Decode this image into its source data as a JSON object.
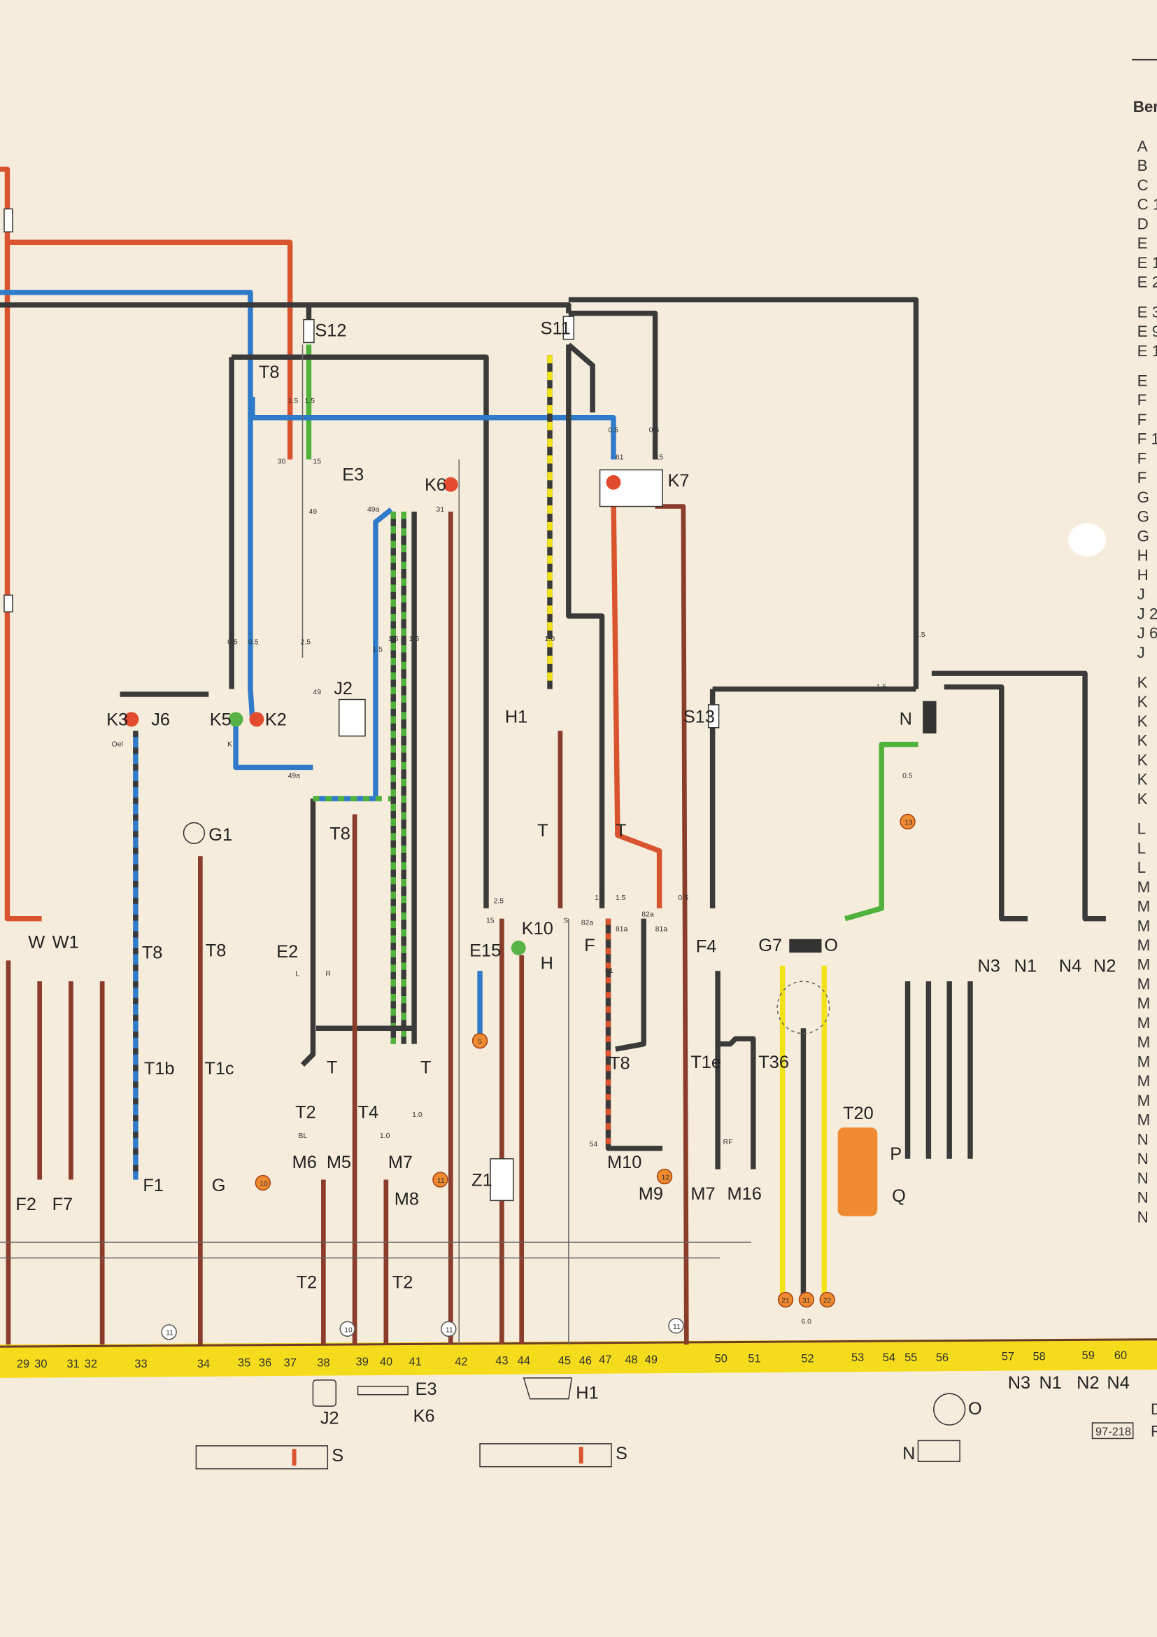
{
  "diagram": {
    "colors": {
      "red": "#d9532f",
      "blue": "#2f7bc9",
      "black": "#3a3a3a",
      "green": "#4fb33b",
      "brown": "#8b3d2b",
      "yellow": "#f1e21a",
      "orange": "#f08a30",
      "paper": "#f6ecdc"
    },
    "components": [
      "S12",
      "S11",
      "S13",
      "T8",
      "E3",
      "K6",
      "K7",
      "J2",
      "K3",
      "J6",
      "K5",
      "K2",
      "H1",
      "N",
      "G1",
      "T8",
      "T",
      "T",
      "E2",
      "E15",
      "K10",
      "H",
      "F",
      "F4",
      "G7",
      "O",
      "N3",
      "N1",
      "N4",
      "N2",
      "W",
      "W1",
      "T8",
      "T8",
      "T1b",
      "T1c",
      "T",
      "T",
      "T8",
      "T1e",
      "T36",
      "T20",
      "T2",
      "T4",
      "M6",
      "M5",
      "M7",
      "M8",
      "Z1",
      "M10",
      "M9",
      "M7",
      "M16",
      "P",
      "Q",
      "F2",
      "F7",
      "F1",
      "G",
      "T2",
      "T2",
      "K",
      "H"
    ],
    "terminals": [
      "30",
      "15",
      "49",
      "49a",
      "31",
      "61",
      "15",
      "Oel",
      "K",
      "49",
      "49a",
      "15",
      "82a",
      "81a",
      "82a",
      "81a",
      "81",
      "54",
      "RF",
      "BL",
      "L",
      "R",
      "S"
    ],
    "gauges": [
      "1.5",
      "1.5",
      "0.5",
      "0.5",
      "2.5",
      "0.5",
      "0.5",
      "1.5",
      "1.5",
      "1.5",
      "1.0",
      "2.5",
      "0.5",
      "1.5",
      "1.5",
      "1.5",
      "1.5",
      "0.5",
      "6.0",
      "1.0",
      "1.0"
    ],
    "circled_refs": [
      "10",
      "11",
      "12",
      "5",
      "13",
      "21",
      "31",
      "22",
      "11",
      "10",
      "11",
      "11"
    ],
    "current_track_numbers": [
      "29",
      "30",
      "31",
      "32",
      "33",
      "34",
      "35",
      "36",
      "37",
      "38",
      "39",
      "40",
      "41",
      "42",
      "43",
      "44",
      "45",
      "46",
      "47",
      "48",
      "49",
      "50",
      "51",
      "52",
      "53",
      "54",
      "55",
      "56",
      "57",
      "58",
      "59",
      "60"
    ],
    "bottom_parts": [
      "J2",
      "E3",
      "K6",
      "H1",
      "S",
      "S",
      "O",
      "N",
      "N3",
      "N1",
      "N2",
      "N4"
    ],
    "drawing_number": "97-218",
    "legend": {
      "heading": "Ber",
      "letters": [
        "A",
        "B",
        "C",
        "C 1",
        "D",
        "E",
        "E 1",
        "E 2",
        "E 3",
        "E 9",
        "E 1",
        "E",
        "F",
        "F",
        "F 1",
        "F",
        "F",
        "G",
        "G",
        "G",
        "H",
        "H",
        "J",
        "J 2",
        "J 6",
        "J",
        "K",
        "K",
        "K",
        "K",
        "K",
        "K",
        "K",
        "L",
        "L",
        "L",
        "M",
        "M",
        "M",
        "M",
        "M",
        "M",
        "M",
        "M",
        "M",
        "M",
        "M",
        "M",
        "M",
        "N",
        "N",
        "N",
        "N",
        "N"
      ],
      "footer": [
        "D",
        "F"
      ]
    }
  }
}
